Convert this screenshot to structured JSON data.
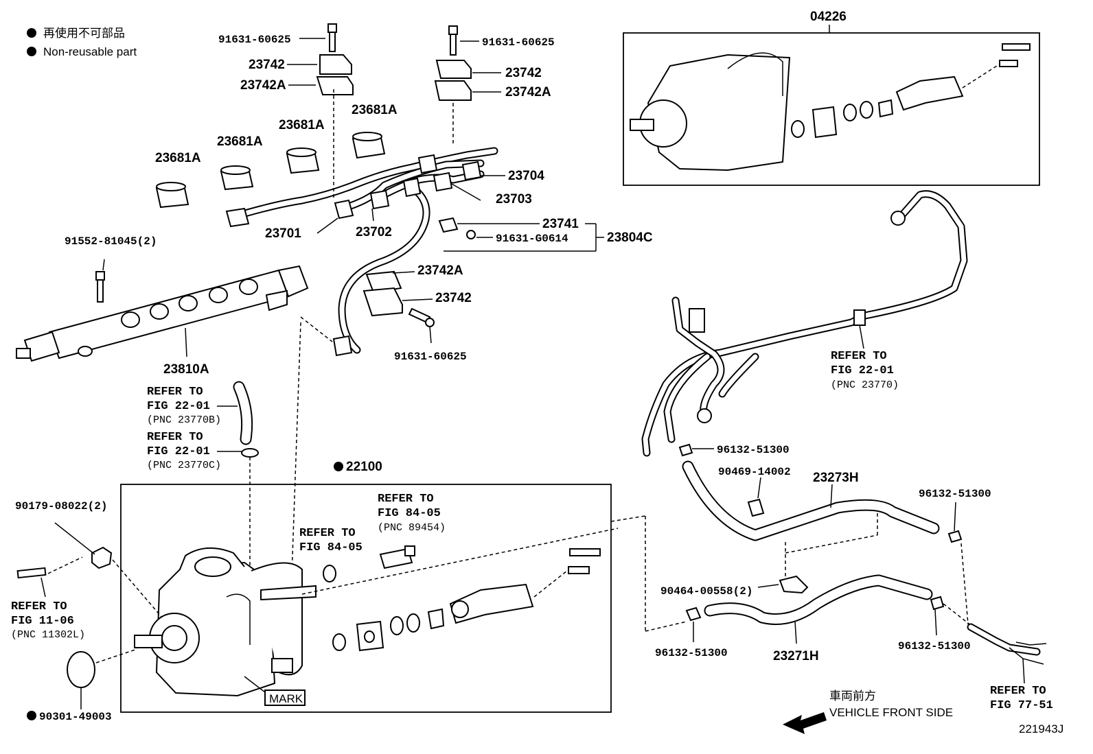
{
  "legend": {
    "line1": "再使用不可部品",
    "line2": "Non-reusable part"
  },
  "labels": {
    "p91631_60625_a": "91631-60625",
    "p91631_60625_b": "91631-60625",
    "p91631_60625_c": "91631-60625",
    "p23742_a": "23742",
    "p23742a_a": "23742A",
    "p23742_b": "23742",
    "p23742a_b": "23742A",
    "p23742a_c": "23742A",
    "p23742_c": "23742",
    "p23681a_1": "23681A",
    "p23681a_2": "23681A",
    "p23681a_3": "23681A",
    "p23681a_4": "23681A",
    "p23704": "23704",
    "p23703": "23703",
    "p23701": "23701",
    "p23702": "23702",
    "p23741": "23741",
    "p91631_g0614": "91631-G0614",
    "p23804c": "23804C",
    "p91552": "91552-81045(2)",
    "p23810a": "23810A",
    "p04226": "04226",
    "p22100": "22100",
    "p90179": "90179-08022(2)",
    "p90301": "90301-49003",
    "mark": "MARK",
    "p96132_a": "96132-51300",
    "p90469": "90469-14002",
    "p23273h": "23273H",
    "p96132_b": "96132-51300",
    "p90464": "90464-00558(2)",
    "p96132_c": "96132-51300",
    "p23271h": "23271H",
    "p96132_d": "96132-51300",
    "diagram_code": "221943J"
  },
  "refs": {
    "ref_22_01_b": {
      "line1": "REFER TO",
      "line2": "FIG 22-01",
      "line3": "(PNC 23770B)"
    },
    "ref_22_01_c": {
      "line1": "REFER TO",
      "line2": "FIG 22-01",
      "line3": "(PNC 23770C)"
    },
    "ref_22_01": {
      "line1": "REFER TO",
      "line2": "FIG 22-01",
      "line3": "(PNC 23770)"
    },
    "ref_84_05_pnc": {
      "line1": "REFER TO",
      "line2": "FIG 84-05",
      "line3": "(PNC 89454)"
    },
    "ref_84_05": {
      "line1": "REFER TO",
      "line2": "FIG 84-05"
    },
    "ref_11_06": {
      "line1": "REFER TO",
      "line2": "FIG 11-06",
      "line3": "(PNC 11302L)"
    },
    "ref_77_51": {
      "line1": "REFER TO",
      "line2": "FIG 77-51"
    }
  },
  "direction": {
    "jp": "車両前方",
    "en": "VEHICLE FRONT SIDE"
  }
}
